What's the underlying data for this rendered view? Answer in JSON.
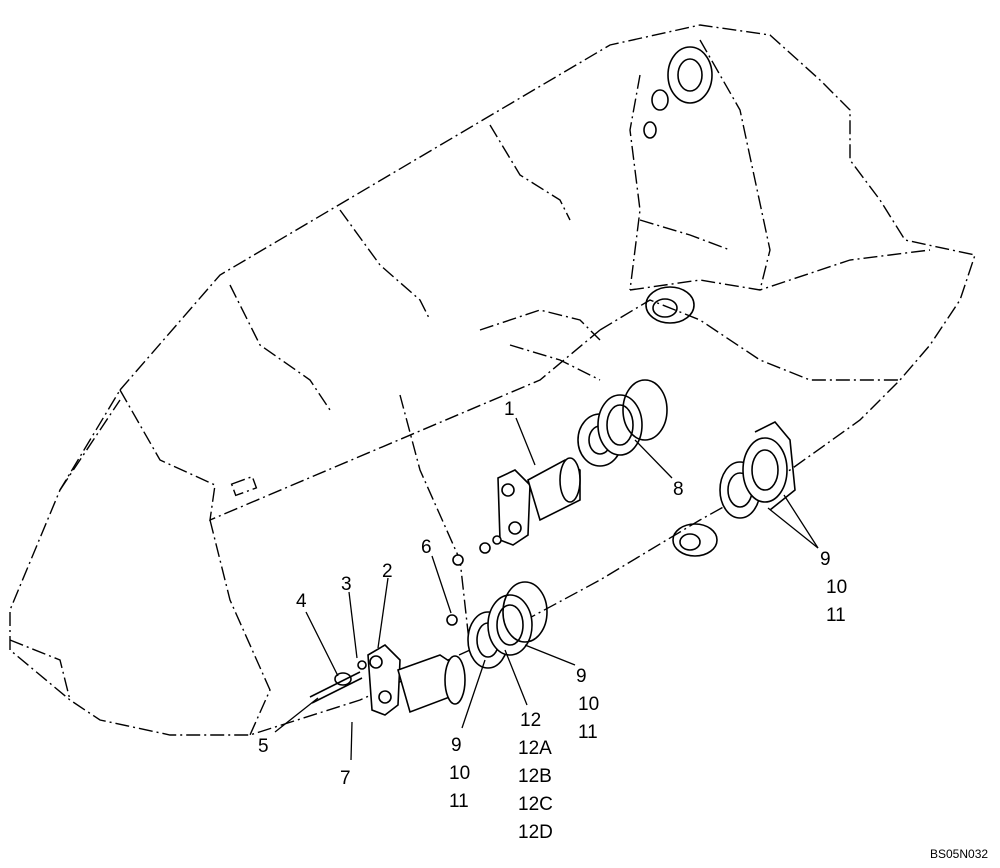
{
  "diagram": {
    "code": "BS05N032",
    "callouts": {
      "c1": "1",
      "c2": "2",
      "c3": "3",
      "c4": "4",
      "c5": "5",
      "c6": "6",
      "c7": "7",
      "c8": "8",
      "right_group": [
        "9",
        "10",
        "11"
      ],
      "mid_group": [
        "9",
        "10",
        "11"
      ],
      "left_group": [
        "9",
        "10",
        "11"
      ],
      "c12_group": [
        "12",
        "12A",
        "12B",
        "12C",
        "12D"
      ]
    }
  }
}
